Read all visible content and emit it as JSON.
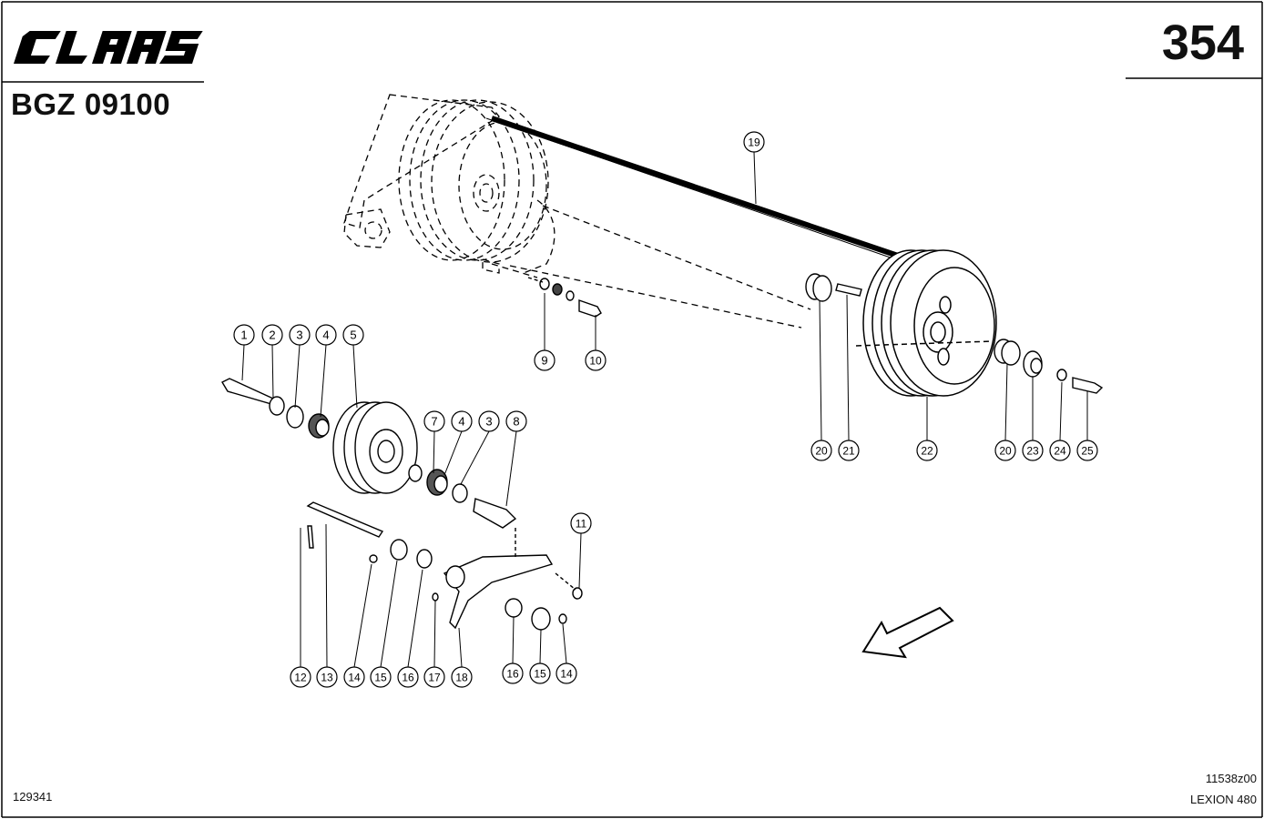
{
  "header": {
    "brand": "CLAAS",
    "document_number": "BGZ 09100",
    "page_number": "354"
  },
  "footer": {
    "image_number": "129341",
    "drawing_number": "11538z00",
    "model": "LEXION 480"
  },
  "callouts": [
    {
      "label": "1"
    },
    {
      "label": "2"
    },
    {
      "label": "3"
    },
    {
      "label": "4"
    },
    {
      "label": "5"
    },
    {
      "label": "7"
    },
    {
      "label": "4"
    },
    {
      "label": "3"
    },
    {
      "label": "8"
    },
    {
      "label": "9"
    },
    {
      "label": "10"
    },
    {
      "label": "11"
    },
    {
      "label": "19"
    },
    {
      "label": "12"
    },
    {
      "label": "13"
    },
    {
      "label": "14"
    },
    {
      "label": "15"
    },
    {
      "label": "16"
    },
    {
      "label": "17"
    },
    {
      "label": "18"
    },
    {
      "label": "16"
    },
    {
      "label": "15"
    },
    {
      "label": "14"
    },
    {
      "label": "20"
    },
    {
      "label": "21"
    },
    {
      "label": "22"
    },
    {
      "label": "20"
    },
    {
      "label": "23"
    },
    {
      "label": "24"
    },
    {
      "label": "25"
    }
  ]
}
